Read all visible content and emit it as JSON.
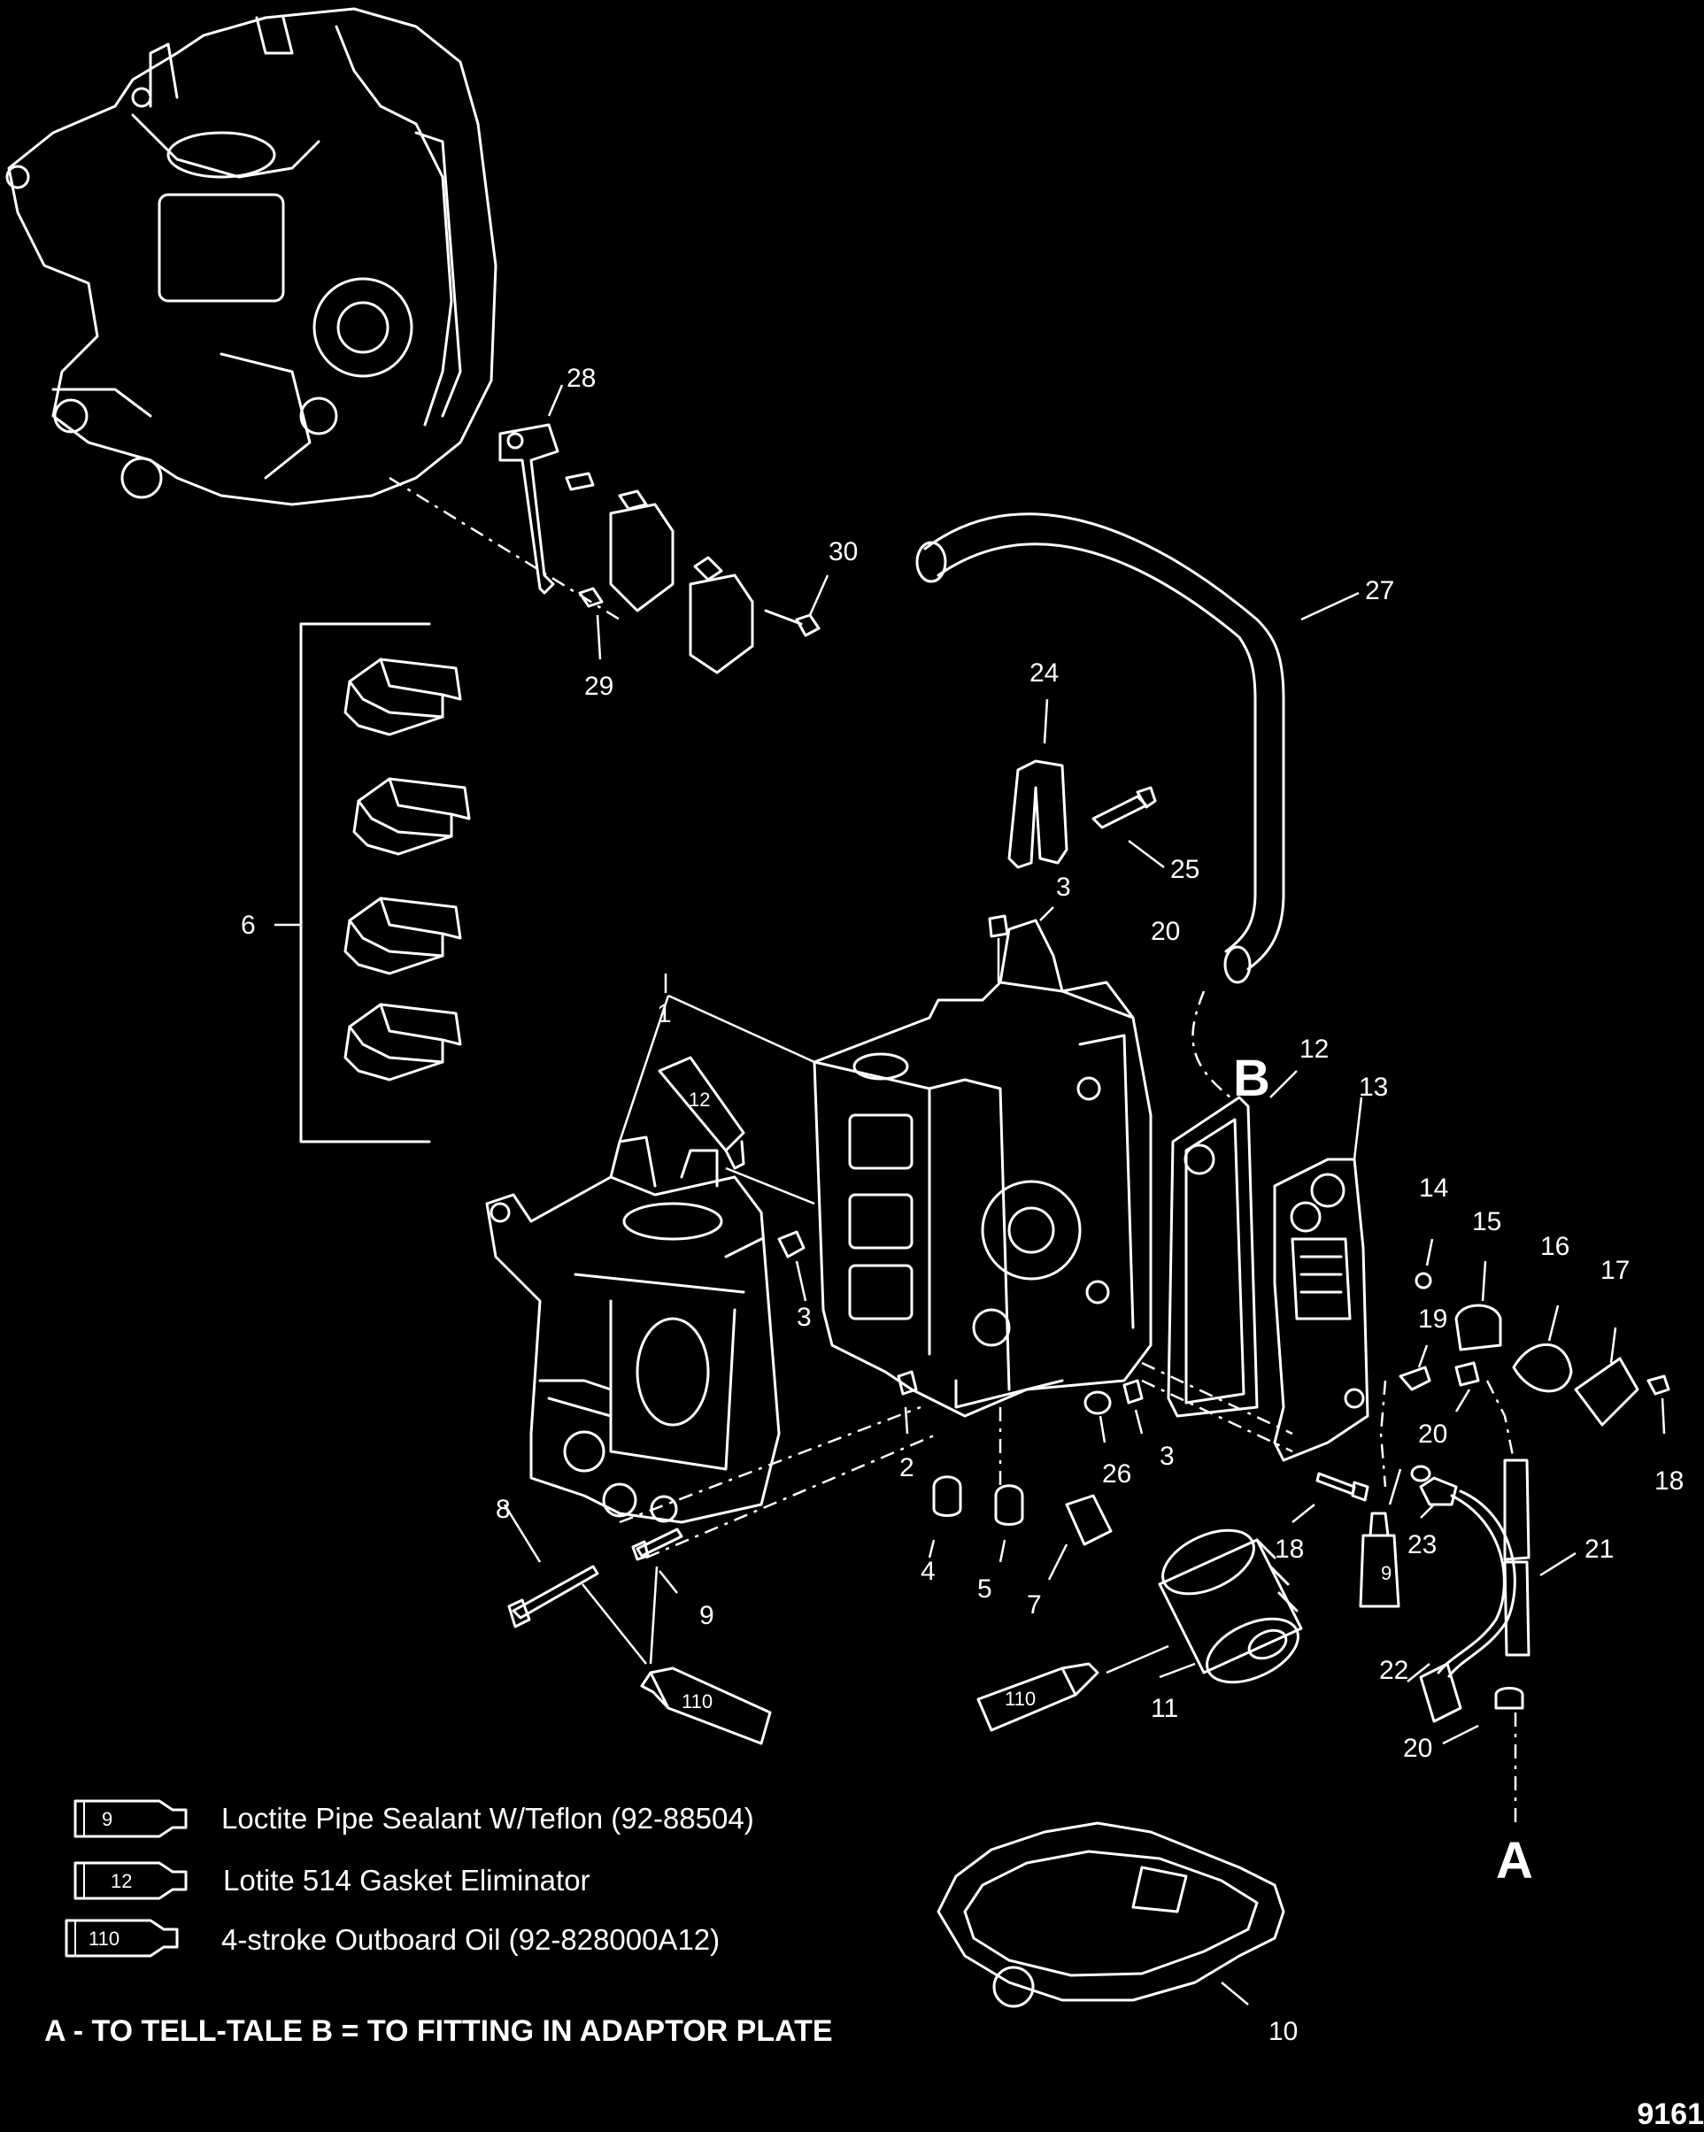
{
  "callouts": {
    "c1": "1",
    "c2": "2",
    "c3a": "3",
    "c3b": "3",
    "c3c": "3",
    "c4": "4",
    "c5": "5",
    "c6": "6",
    "c7": "7",
    "c8": "8",
    "c9": "9",
    "c10": "10",
    "c11": "11",
    "c12": "12",
    "c13": "13",
    "c14": "14",
    "c15": "15",
    "c16": "16",
    "c17": "17",
    "c18a": "18",
    "c18b": "18",
    "c19": "19",
    "c20a": "20",
    "c20b": "20",
    "c20c": "20",
    "c21": "21",
    "c22": "22",
    "c23": "23",
    "c24": "24",
    "c25": "25",
    "c26": "26",
    "c27": "27",
    "c28": "28",
    "c29": "29",
    "c30": "30"
  },
  "markers": {
    "a": "A",
    "b": "B"
  },
  "tube_labels": {
    "t12": "12",
    "t9": "9",
    "t110a": "110",
    "t110b": "110"
  },
  "legend": [
    {
      "number": "9",
      "text": "Loctite Pipe Sealant W/Teflon (92-88504)"
    },
    {
      "number": "12",
      "text": "Lotite 514 Gasket Eliminator"
    },
    {
      "number": "110",
      "text": "4-stroke Outboard Oil (92-828000A12)"
    }
  ],
  "footnote": "A - TO TELL-TALE   B = TO FITTING IN ADAPTOR PLATE",
  "figure_number": "9161"
}
